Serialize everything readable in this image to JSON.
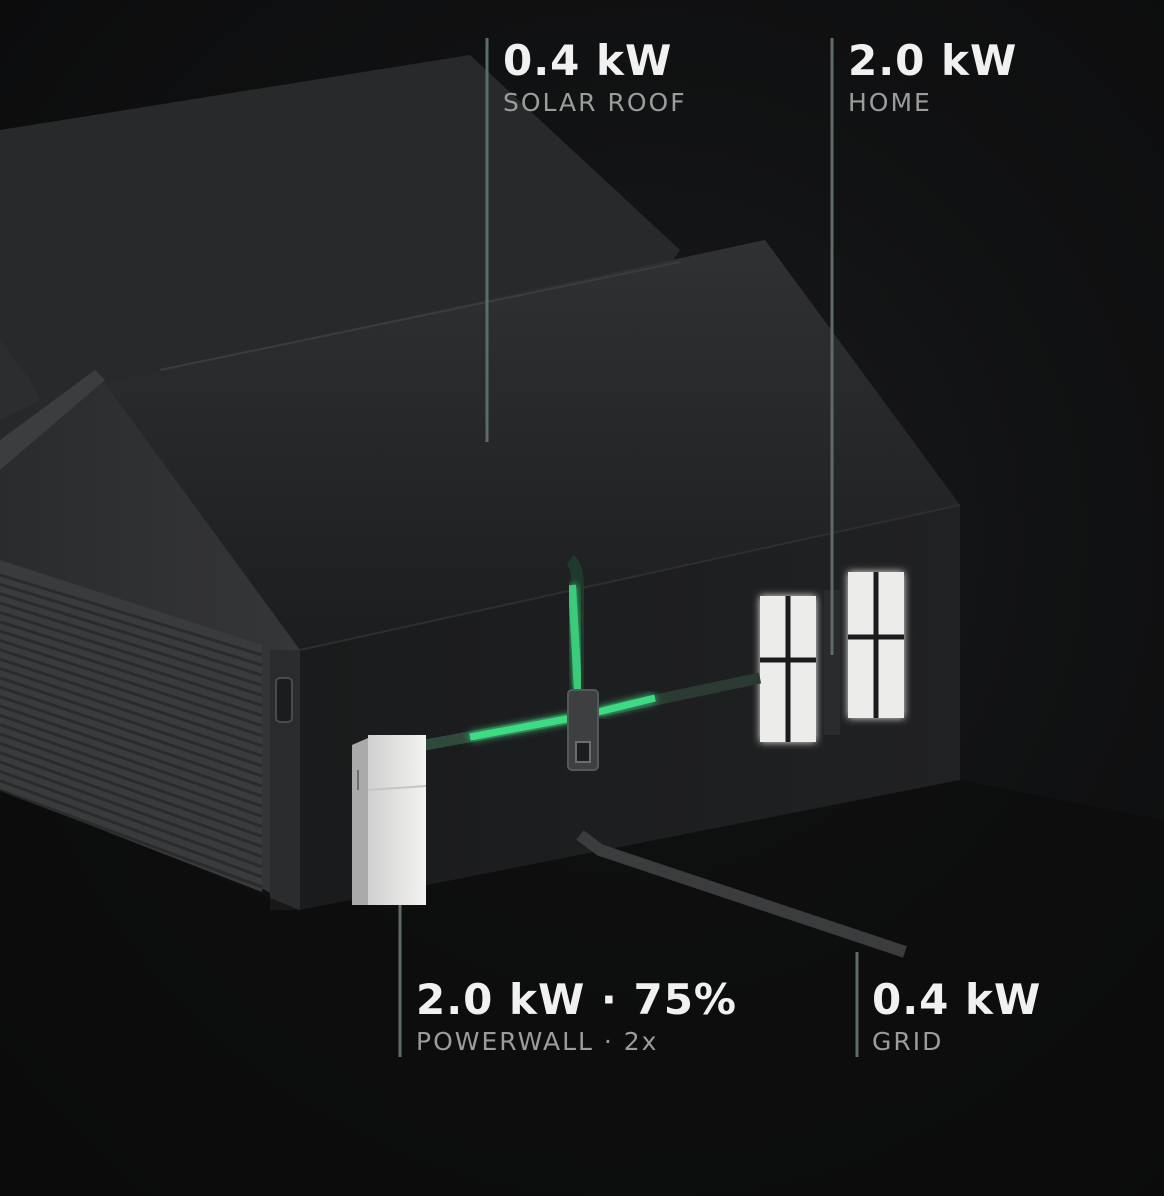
{
  "stats": {
    "solar": {
      "value": "0.4 kW",
      "label": "SOLAR ROOF"
    },
    "home": {
      "value": "2.0 kW",
      "label": "HOME"
    },
    "powerwall": {
      "value": "2.0 kW · 75%",
      "label": "POWERWALL · 2x"
    },
    "grid": {
      "value": "0.4 kW",
      "label": "GRID"
    }
  },
  "colors": {
    "background": "#0c0c0d",
    "flow_active": "#3ddc84",
    "leader_line": "#5f6b66",
    "window_glow": "#f4f4f2"
  }
}
